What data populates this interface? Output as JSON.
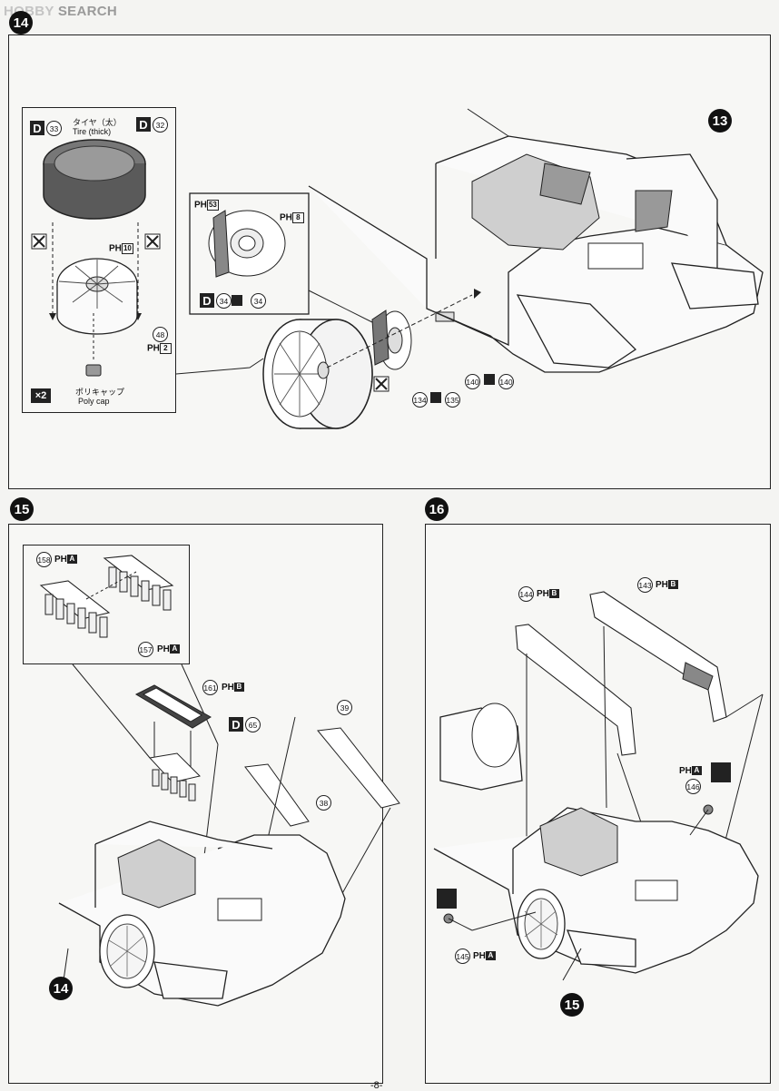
{
  "watermark": {
    "logo_text": "HOBBY",
    "search_text": "SEARCH"
  },
  "page_number": "-8-",
  "steps": {
    "s14": {
      "number": "14",
      "tire_label_jp": "タイヤ（太）",
      "tire_label_en": "Tire (thick)",
      "d_left": "D",
      "d_left_part": "33",
      "d_right": "D",
      "d_right_part": "32",
      "wheel_part": "48",
      "wheel_sprue_ph": "PH",
      "wheel_sprue_num": "2",
      "wheel_sprue_above": "10",
      "polycap_jp": "ポリキャップ",
      "polycap_en": "Poly cap",
      "multiplier": "×2",
      "brake_ph_left": "53",
      "brake_ph_right": "8",
      "brake_d": "D",
      "brake_part_a": "34",
      "brake_part_b": "34",
      "disc_part_a": "134",
      "disc_part_b": "135",
      "axle_part_a": "140",
      "axle_part_b": "140",
      "ref_step": "13",
      "ph_prefix": "PH"
    },
    "s15": {
      "number": "15",
      "part_158": "158",
      "part_157": "157",
      "part_161": "161",
      "part_39": "39",
      "part_38": "38",
      "d_label": "D",
      "d_part": "65",
      "sprue_a": "A",
      "sprue_b": "B",
      "ref_step": "14",
      "ph_prefix": "PH"
    },
    "s16": {
      "number": "16",
      "part_144": "144",
      "part_143": "143",
      "part_146": "146",
      "part_145": "145",
      "sprue_a": "A",
      "sprue_b": "B",
      "ref_step": "15",
      "ph_prefix": "PH"
    }
  }
}
